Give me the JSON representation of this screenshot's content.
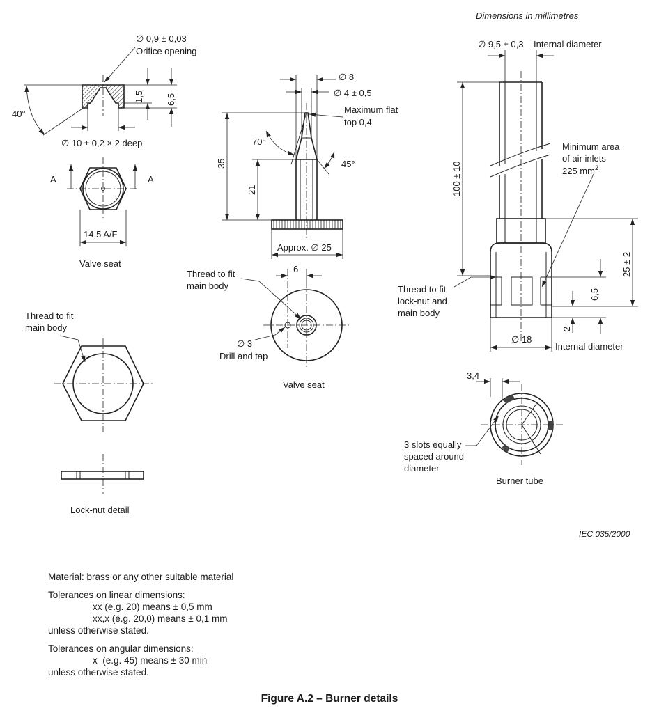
{
  "header": {
    "units_note": "Dimensions in millimetres",
    "ref": "IEC  035/2000"
  },
  "valve_seat_small": {
    "orifice_dia": "∅ 0,9 ± 0,03",
    "orifice_label": "Orifice opening",
    "angle": "40°",
    "dim_1_5": "1,5",
    "dim_6_5": "6,5",
    "bore": "∅ 10 ± 0,2 × 2 deep",
    "section_a": "A",
    "af": "14,5 A/F",
    "caption": "Valve seat"
  },
  "lock_nut": {
    "thread_line1": "Thread to fit",
    "thread_line2": "main body",
    "caption": "Lock-nut detail"
  },
  "needle": {
    "dia8": "∅ 8",
    "dia4": "∅ 4 ± 0,5",
    "flat_line1": "Maximum flat",
    "flat_line2": "top 0,4",
    "angle70": "70°",
    "angle45": "45°",
    "len35": "35",
    "len21": "21",
    "approx": "Approx. ∅ 25"
  },
  "valve_seat_round": {
    "thread_line1": "Thread to fit",
    "thread_line2": "main body",
    "dim6": "6",
    "drill_line1": "∅ 3",
    "drill_line2": "Drill and tap",
    "caption": "Valve seat"
  },
  "burner_tube": {
    "dia": "∅ 9,5 ± 0,3",
    "internal1": "Internal diameter",
    "air_line1": "Minimum area",
    "air_line2": "of air inlets",
    "air_line3": "225 mm",
    "air_sup": "2",
    "len100": "100 ± 10",
    "len25": "25 ± 2",
    "dim6_5": "6,5",
    "dim2": "2",
    "thread_line1": "Thread to fit",
    "thread_line2": "lock-nut and",
    "thread_line3": "main body",
    "dia18": "∅ 18",
    "internal2": "Internal diameter",
    "dim3_4": "3,4",
    "slots_line1": "3 slots equally",
    "slots_line2": "spaced around",
    "slots_line3": "diameter",
    "caption": "Burner tube"
  },
  "notes": {
    "material": "Material: brass or any other suitable material",
    "lin_title": "Tolerances on linear dimensions:",
    "lin_1": "xx (e.g. 20) means ± 0,5 mm",
    "lin_2": "xx,x (e.g. 20,0) means ± 0,1 mm",
    "lin_end": "unless otherwise stated.",
    "ang_title": "Tolerances on angular dimensions:",
    "ang_1": "x  (e.g. 45) means ± 30 min",
    "ang_end": "unless otherwise stated."
  },
  "figure_caption": "Figure A.2 – Burner details"
}
